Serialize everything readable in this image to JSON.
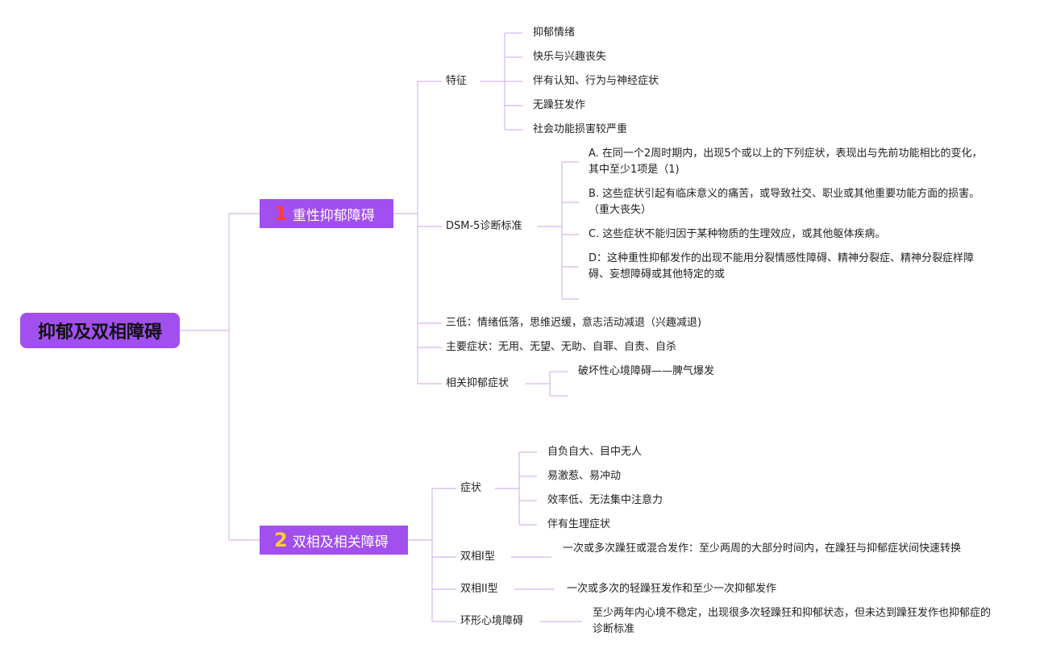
{
  "colors": {
    "accent": "#a24ff0",
    "line": "#d6b8ea",
    "num1": "#ff3b3b",
    "num2": "#ffcc33"
  },
  "root": {
    "label": "抑郁及双相障碍"
  },
  "branch1": {
    "num": "1",
    "label": "重性抑郁障碍",
    "features": {
      "label": "特征",
      "items": [
        "抑郁情绪",
        "快乐与兴趣丧失",
        "伴有认知、行为与神经症状",
        "无躁狂发作",
        "社会功能损害较严重"
      ]
    },
    "dsm": {
      "label": "DSM-5诊断标准",
      "items": [
        "A. 在同一个2周时期内，出现5个或以上的下列症状，表现出与先前功能相比的变化，其中至少1项是（1)",
        "B. 这些症状引起有临床意义的痛苦，或导致社交、职业或其他重要功能方面的损害。（重大丧失）",
        "C. 这些症状不能归因于某种物质的生理效应，或其他躯体疾病。",
        "D：这种重性抑郁发作的出现不能用分裂情感性障碍、精神分裂症、精神分裂症样障碍、妄想障碍或其他特定的或"
      ]
    },
    "three_low": "三低：情绪低落，思维迟缓，意志活动减退（兴趣减退)",
    "main_symptoms": "主要症状：无用、无望、无助、自罪、自责、自杀",
    "related": {
      "label": "相关抑郁症状",
      "items": [
        "破坏性心境障碍——脾气爆发"
      ]
    }
  },
  "branch2": {
    "num": "2",
    "label": "双相及相关障碍",
    "symptoms": {
      "label": "症状",
      "items": [
        "自负自大、目中无人",
        "易激惹、易冲动",
        "效率低、无法集中注意力",
        "伴有生理症状"
      ]
    },
    "type1": {
      "label": "双相I型",
      "desc": "一次或多次躁狂或混合发作：至少两周的大部分时间内，在躁狂与抑郁症状间快速转换"
    },
    "type2": {
      "label": "双相II型",
      "desc": "一次或多次的轻躁狂发作和至少一次抑郁发作"
    },
    "cyclo": {
      "label": "环形心境障碍",
      "desc": "至少两年内心境不稳定，出现很多次轻躁狂和抑郁状态，但未达到躁狂发作也抑郁症的诊断标准"
    }
  }
}
